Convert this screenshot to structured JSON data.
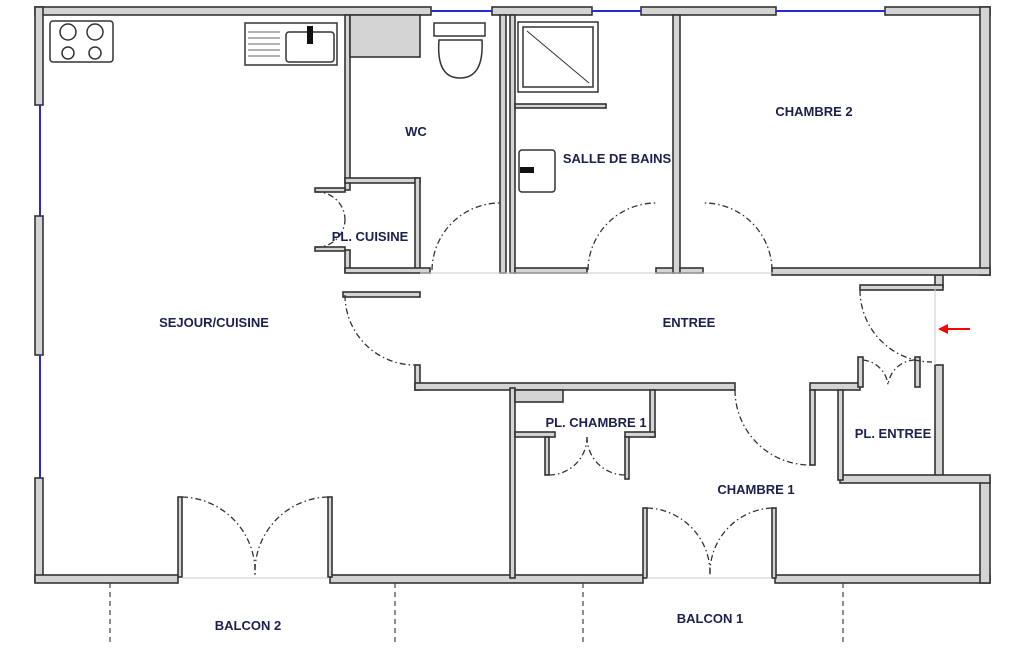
{
  "rooms": {
    "sejour": "SEJOUR/CUISINE",
    "wc": "WC",
    "pl_cuisine": "PL. CUISINE",
    "sdb": "SALLE DE BAINS",
    "chambre2": "CHAMBRE 2",
    "entree": "ENTREE",
    "pl_chambre1": "PL. CHAMBRE 1",
    "pl_entree": "PL. ENTREE",
    "chambre1": "CHAMBRE 1",
    "balcon2": "BALCON 2",
    "balcon1": "BALCON 1"
  },
  "colors": {
    "wall": "#d4d4d4",
    "window": "#2a2ad0",
    "label": "#1c1f4f",
    "entry_arrow": "#ff0000"
  }
}
